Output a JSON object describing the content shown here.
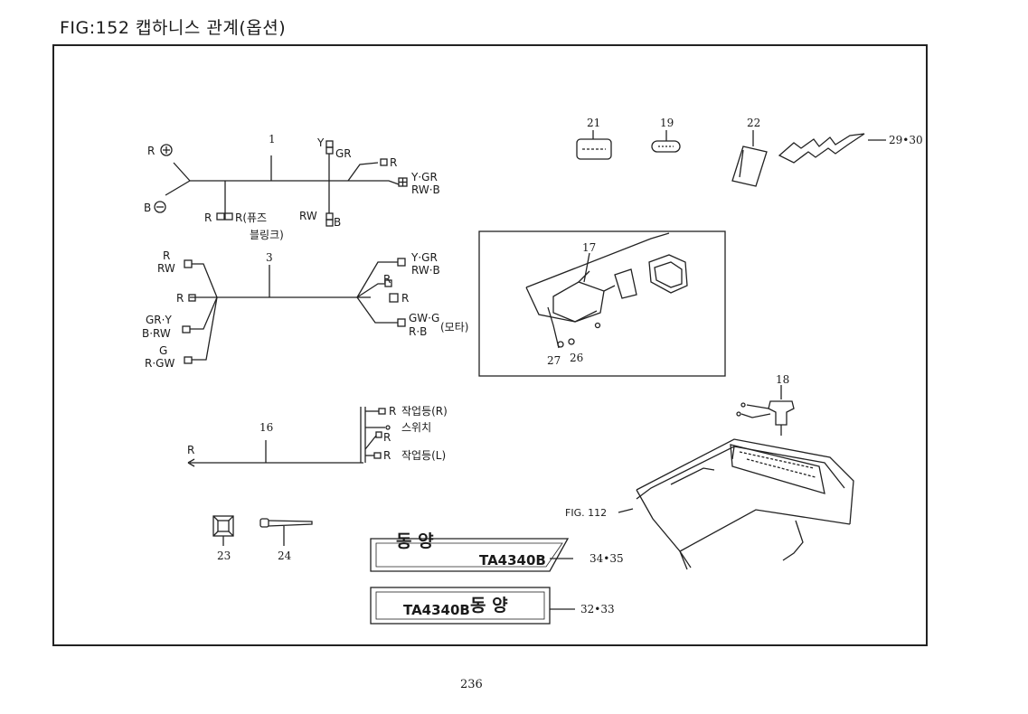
{
  "title": "FIG:152 캡하니스 관계(옵션)",
  "page_number": "236",
  "harness1": {
    "ref": "1",
    "labels": [
      "R",
      "B",
      "Y",
      "GR",
      "R",
      "Y·GR",
      "RW·B",
      "R",
      "R(퓨즈",
      "블링크)",
      "RW",
      "B"
    ]
  },
  "harness3": {
    "ref": "3",
    "labels": [
      "R",
      "RW",
      "R",
      "GR·Y",
      "B·RW",
      "G",
      "R·GW",
      "Y·GR",
      "RW·B",
      "R",
      "R",
      "GW·G",
      "R·B",
      "(모타)"
    ]
  },
  "harness16": {
    "ref": "16",
    "labels": [
      "R",
      "R",
      "작업등(R)",
      "스위치",
      "R",
      "R",
      "작업등(L)"
    ]
  },
  "parts": {
    "p21": "21",
    "p19": "19",
    "p22": "22",
    "p29_30": "29•30",
    "p17": "17",
    "p27": "27",
    "p26": "26",
    "p18": "18",
    "fig112": "FIG. 112",
    "p23": "23",
    "p24": "24",
    "p34_35": "34•35",
    "p32_33": "32•33"
  },
  "decals": {
    "top": {
      "brand": "동 양",
      "model": "TA4340B"
    },
    "bottom": {
      "model": "TA4340B",
      "brand": "동 양"
    }
  }
}
